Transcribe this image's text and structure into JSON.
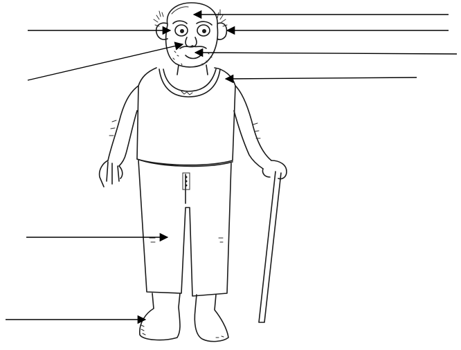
{
  "diagram": {
    "subject": "old-man-body-parts",
    "line_color": "#000000",
    "background": "#ffffff",
    "labels": [
      {
        "id": "head",
        "text": ""
      },
      {
        "id": "ear",
        "text": ""
      },
      {
        "id": "nose",
        "text": ""
      },
      {
        "id": "shoulder",
        "text": ""
      },
      {
        "id": "eye",
        "text": ""
      },
      {
        "id": "mouth",
        "text": ""
      },
      {
        "id": "leg",
        "text": ""
      },
      {
        "id": "foot",
        "text": ""
      }
    ]
  }
}
